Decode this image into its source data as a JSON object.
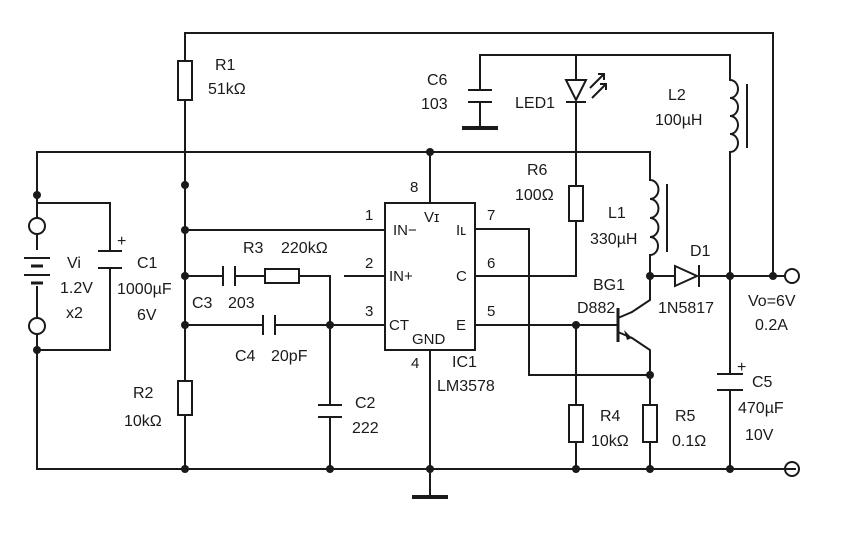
{
  "components": {
    "r1": {
      "ref": "R1",
      "value": "51kΩ"
    },
    "r2": {
      "ref": "R2",
      "value": "10kΩ"
    },
    "r3": {
      "ref": "R3",
      "value": "220kΩ"
    },
    "r4": {
      "ref": "R4",
      "value": "10kΩ"
    },
    "r5": {
      "ref": "R5",
      "value": "0.1Ω"
    },
    "r6": {
      "ref": "R6",
      "value": "100Ω"
    },
    "c1": {
      "ref": "C1",
      "value": "1000µF",
      "voltage": "6V"
    },
    "c2": {
      "ref": "C2",
      "value": "222"
    },
    "c3": {
      "ref": "C3",
      "value": "203"
    },
    "c4": {
      "ref": "C4",
      "value": "20pF"
    },
    "c5": {
      "ref": "C5",
      "value": "470µF",
      "voltage": "10V"
    },
    "c6": {
      "ref": "C6",
      "value": "103"
    },
    "l1": {
      "ref": "L1",
      "value": "330µH"
    },
    "l2": {
      "ref": "L2",
      "value": "100µH"
    },
    "d1": {
      "ref": "D1",
      "value": "1N5817"
    },
    "led1": {
      "ref": "LED1"
    },
    "bg1": {
      "ref": "BG1",
      "value": "D882"
    },
    "ic1": {
      "ref": "IC1",
      "value": "LM3578"
    }
  },
  "ic_pins": {
    "in_minus": "IN−",
    "in_plus": "IN+",
    "ct": "CT",
    "gnd": "GND",
    "vi": "Vɪ",
    "il": "Iʟ",
    "c": "C",
    "e": "E",
    "p1": "1",
    "p2": "2",
    "p3": "3",
    "p4": "4",
    "p5": "5",
    "p6": "6",
    "p7": "7",
    "p8": "8"
  },
  "source": {
    "label": "Vi",
    "voltage": "1.2V",
    "count": "x2"
  },
  "output": {
    "voltage": "Vo=6V",
    "current": "0.2A"
  },
  "polarity": "+"
}
